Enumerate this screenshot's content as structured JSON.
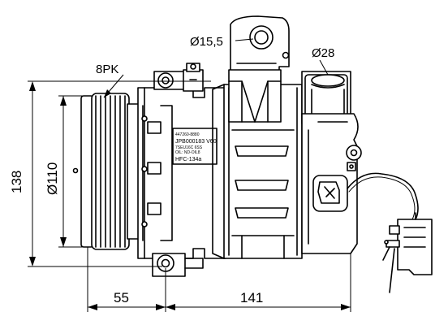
{
  "dimensions": {
    "belt": "8PK",
    "port_suction": "Ø15,5",
    "port_discharge": "Ø28",
    "overall_height": "138",
    "pulley_diameter": "Ø110",
    "pulley_offset": "55",
    "body_length": "141"
  },
  "label_plate": {
    "line1": "447260-8880",
    "line2": "JPB000183 V60",
    "line3": "7SEU16C 6SS",
    "line4": "OIL: ND-OIL8",
    "line5": "HFC-134a"
  }
}
